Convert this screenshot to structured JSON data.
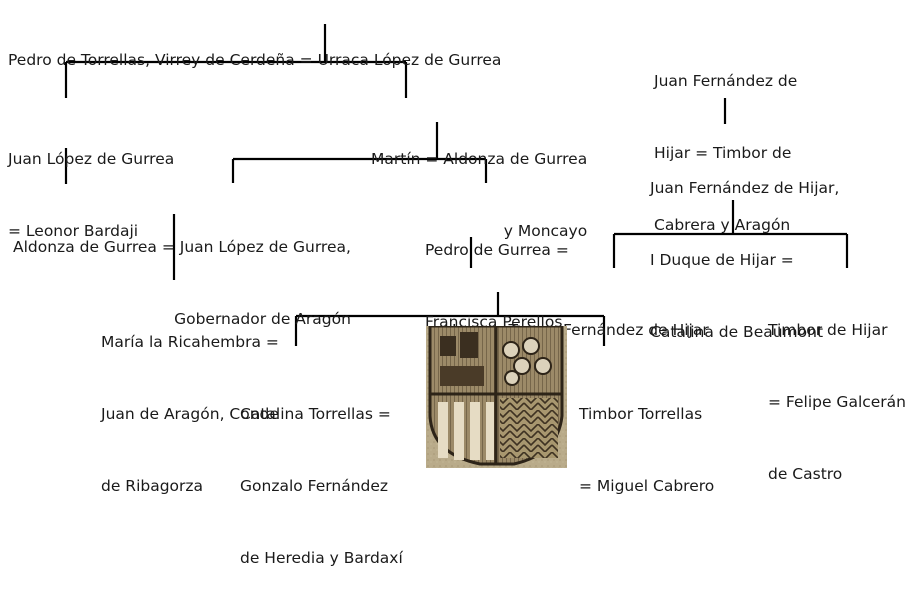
{
  "nodes": {
    "pedro_urraca": [
      "Pedro de Torrellas, Virrey de Cerdeña = Urraca López de Gurrea"
    ],
    "juan_leonor": [
      "Juan López de Gurrea",
      "= Leonor Bardaji"
    ],
    "martin_aldonza": [
      "Martín = Aldonza de Gurrea",
      "y Moncayo"
    ],
    "aldonza_juan": [
      "Aldonza de Gurrea = Juan López de Gurrea,",
      "Gobernador de Aragón"
    ],
    "pedro_francisca": [
      "Pedro de Gurrea =",
      "Francisca Perellos"
    ],
    "maria_juan": [
      "María la Ricahembra =",
      "Juan de Aragón, Conde",
      "de Ribagorza"
    ],
    "juan_teresa": [
      "Juan = Teresa Fernández de Hijar"
    ],
    "catalina_gonzalo": [
      "Catalina Torrellas =",
      "Gonzalo Fernández",
      "de Heredia y Bardaxí"
    ],
    "timbor_miguel": [
      "Timbor Torrellas",
      "= Miguel Cabrero"
    ],
    "juanfh_timbor": [
      "Juan Fernández de",
      "Hijar = Timbor de",
      "Cabrera y Aragón"
    ],
    "juanfh_catalina": [
      "Juan Fernández de Hijar,",
      "I Duque de Hijar =",
      "Catalina de Beaumont"
    ],
    "timbor_felipe": [
      "Timbor de Hijar",
      "= Felipe Galcerán",
      "de Castro"
    ]
  },
  "colors": {
    "line": "#000000",
    "text": "#1a1a1a"
  }
}
